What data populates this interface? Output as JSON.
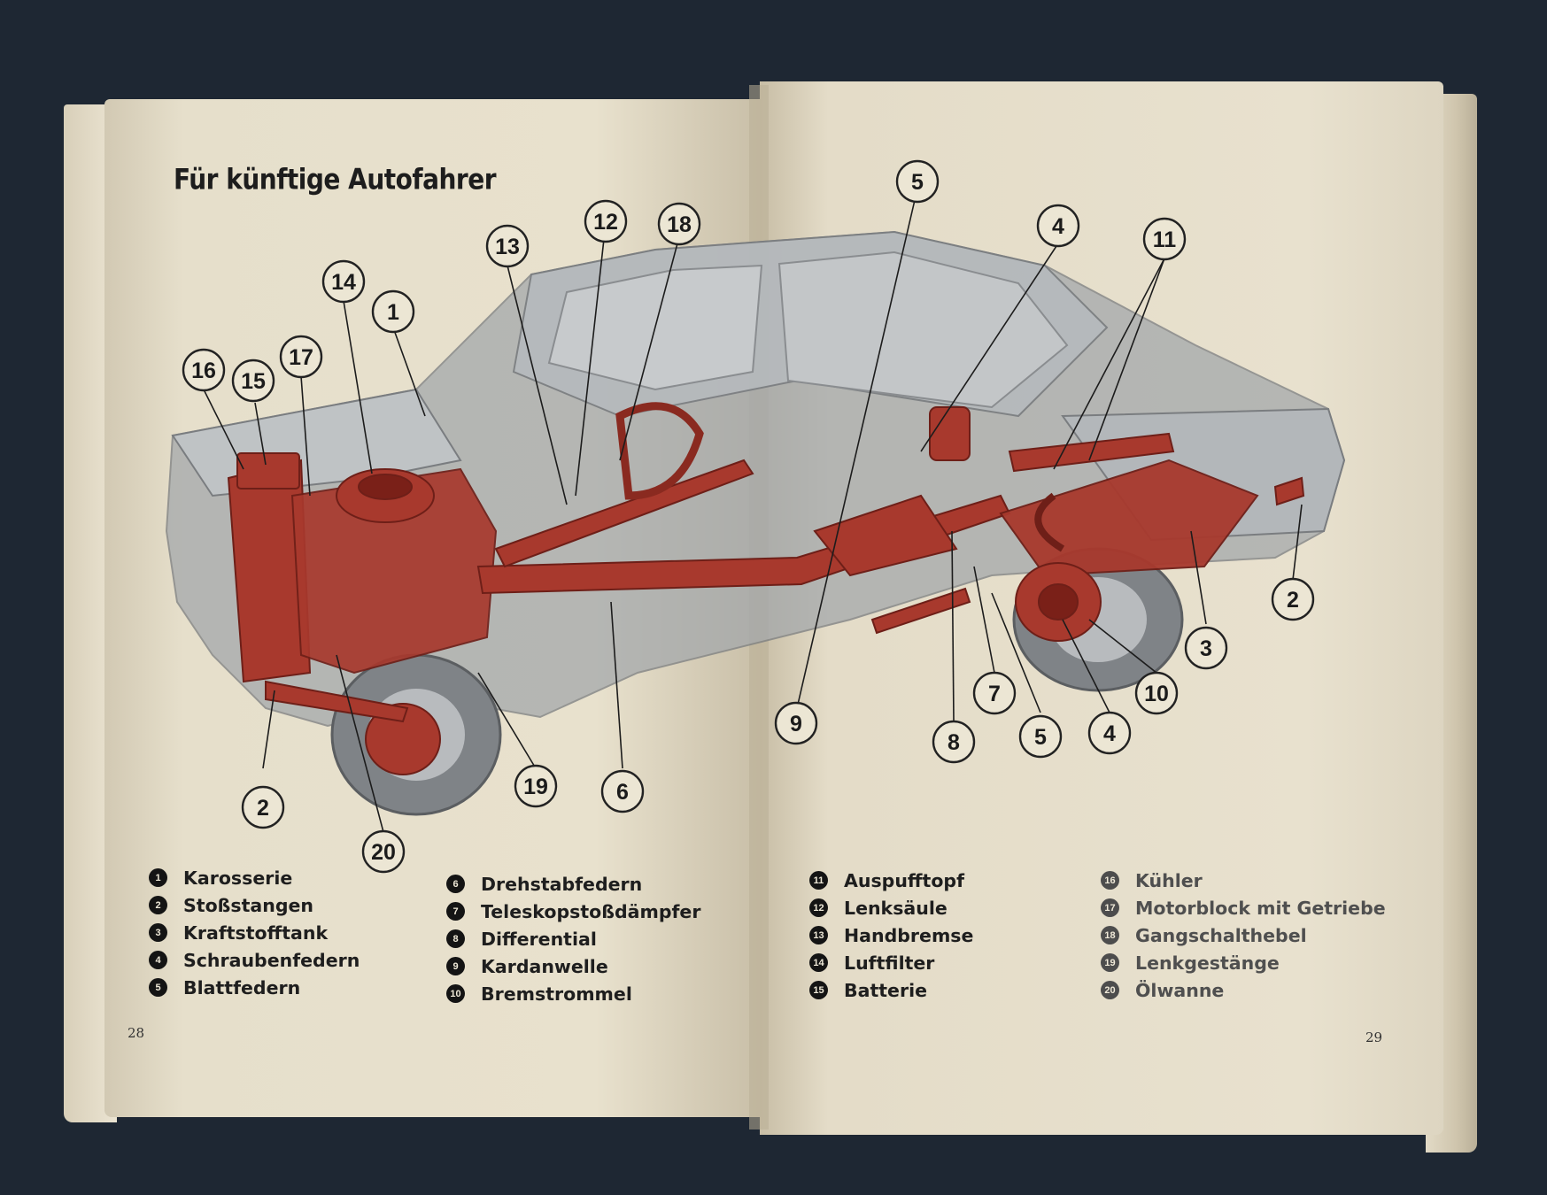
{
  "page_left": {
    "title": "Für künftige Autofahrer",
    "page_number": "28"
  },
  "page_right": {
    "page_number": "29"
  },
  "diagram": {
    "callouts": [
      "5",
      "4",
      "11",
      "13",
      "12",
      "18",
      "14",
      "1",
      "16",
      "15",
      "17",
      "2",
      "3",
      "2",
      "7",
      "10",
      "9",
      "8",
      "5",
      "4",
      "19",
      "6",
      "20"
    ],
    "colors": {
      "body": "#9aa0a6",
      "chassis": "#a8392d",
      "paper": "#e8e1cd"
    }
  },
  "legend": {
    "items": [
      {
        "num": "1",
        "label": "Karosserie"
      },
      {
        "num": "2",
        "label": "Stoßstangen"
      },
      {
        "num": "3",
        "label": "Kraftstofftank"
      },
      {
        "num": "4",
        "label": "Schraubenfedern"
      },
      {
        "num": "5",
        "label": "Blattfedern"
      },
      {
        "num": "6",
        "label": "Drehstabfedern"
      },
      {
        "num": "7",
        "label": "Teleskopstoßdämpfer"
      },
      {
        "num": "8",
        "label": "Differential"
      },
      {
        "num": "9",
        "label": "Kardanwelle"
      },
      {
        "num": "10",
        "label": "Bremstrommel"
      },
      {
        "num": "11",
        "label": "Auspufftopf"
      },
      {
        "num": "12",
        "label": "Lenksäule"
      },
      {
        "num": "13",
        "label": "Handbremse"
      },
      {
        "num": "14",
        "label": "Luftfilter"
      },
      {
        "num": "15",
        "label": "Batterie"
      },
      {
        "num": "16",
        "label": "Kühler"
      },
      {
        "num": "17",
        "label": "Motorblock mit Getriebe"
      },
      {
        "num": "18",
        "label": "Gangschalthebel"
      },
      {
        "num": "19",
        "label": "Lenkgestänge"
      },
      {
        "num": "20",
        "label": "Ölwanne"
      }
    ]
  }
}
